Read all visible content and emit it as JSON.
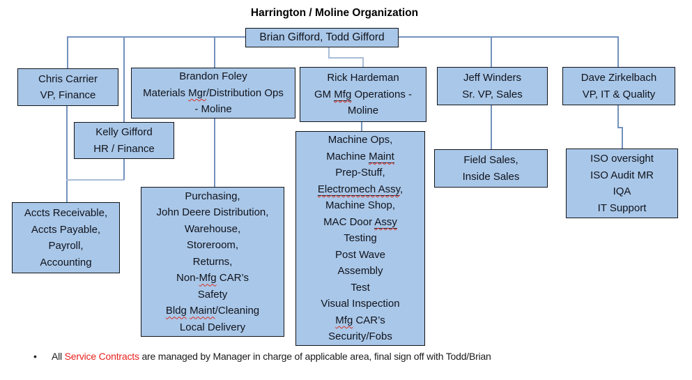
{
  "title": "Harrington / Moline Organization",
  "colors": {
    "background": "#ffffff",
    "title_color": "#000000",
    "box_fill": "#a9c7e8",
    "box_border": "#101318",
    "box_text": "#10131c",
    "connector": "#7291bd",
    "connector_light": "#a8bdd8",
    "squiggle": "#d93025",
    "red_text": "#e8211d"
  },
  "boxes": {
    "brian_todd": {
      "lines": [
        [
          {
            "t": "Brian Gifford, Todd Gifford"
          }
        ]
      ]
    },
    "chris": {
      "lines": [
        [
          {
            "t": "Chris Carrier"
          }
        ],
        [
          {
            "t": "VP, Finance"
          }
        ]
      ]
    },
    "brandon": {
      "lines": [
        [
          {
            "t": "Brandon Foley"
          }
        ],
        [
          {
            "t": "Materials "
          },
          {
            "t": "Mgr",
            "w": true
          },
          {
            "t": "/Distribution Ops"
          }
        ],
        [
          {
            "t": "- Moline"
          }
        ]
      ]
    },
    "rick": {
      "lines": [
        [
          {
            "t": "Rick Hardeman"
          }
        ],
        [
          {
            "t": "GM "
          },
          {
            "t": "Mfg",
            "u": true,
            "w": true
          },
          {
            "t": " Operations -"
          }
        ],
        [
          {
            "t": "Moline"
          }
        ]
      ]
    },
    "jeff": {
      "lines": [
        [
          {
            "t": "Jeff Winders"
          }
        ],
        [
          {
            "t": "Sr. VP, Sales"
          }
        ]
      ]
    },
    "dave": {
      "lines": [
        [
          {
            "t": "Dave Zirkelbach"
          }
        ],
        [
          {
            "t": "VP, IT & Quality"
          }
        ]
      ]
    },
    "kelly": {
      "lines": [
        [
          {
            "t": "Kelly Gifford"
          }
        ],
        [
          {
            "t": "HR / Finance"
          }
        ]
      ]
    },
    "accts": {
      "lines": [
        [
          {
            "t": "Accts Receivable,"
          }
        ],
        [
          {
            "t": "Accts Payable,"
          }
        ],
        [
          {
            "t": "Payroll,"
          }
        ],
        [
          {
            "t": "Accounting"
          }
        ]
      ]
    },
    "purchasing": {
      "lines": [
        [
          {
            "t": "Purchasing,"
          }
        ],
        [
          {
            "t": "John Deere Distribution,"
          }
        ],
        [
          {
            "t": "Warehouse,"
          }
        ],
        [
          {
            "t": "Storeroom,"
          }
        ],
        [
          {
            "t": "Returns,"
          }
        ],
        [
          {
            "t": "Non-"
          },
          {
            "t": "Mfg",
            "w": true
          },
          {
            "t": " CAR’s"
          }
        ],
        [
          {
            "t": "Safety"
          }
        ],
        [
          {
            "t": "Bldg",
            "w": true
          },
          {
            "t": " "
          },
          {
            "t": "Maint",
            "w": true
          },
          {
            "t": "/Cleaning"
          }
        ],
        [
          {
            "t": "Local Delivery"
          }
        ]
      ]
    },
    "machine": {
      "lines": [
        [
          {
            "t": "Machine Ops,"
          }
        ],
        [
          {
            "t": "Machine "
          },
          {
            "t": "Maint",
            "u": true,
            "w": true
          }
        ],
        [
          {
            "t": "Prep-Stuff,"
          }
        ],
        [
          {
            "t": "Electromech Assy",
            "u": true,
            "w": true
          },
          {
            "t": ","
          }
        ],
        [
          {
            "t": "Machine Shop,"
          }
        ],
        [
          {
            "t": "MAC Door "
          },
          {
            "t": "Assy",
            "u": true,
            "w": true
          }
        ],
        [
          {
            "t": "Testing"
          }
        ],
        [
          {
            "t": "Post Wave"
          }
        ],
        [
          {
            "t": "Assembly"
          }
        ],
        [
          {
            "t": "Test"
          }
        ],
        [
          {
            "t": "Visual Inspection"
          }
        ],
        [
          {
            "t": "Mfg",
            "w": true
          },
          {
            "t": " CAR’s"
          }
        ],
        [
          {
            "t": "Security/Fobs"
          }
        ]
      ]
    },
    "field": {
      "lines": [
        [
          {
            "t": "Field Sales,"
          }
        ],
        [
          {
            "t": "Inside Sales"
          }
        ]
      ]
    },
    "iso": {
      "lines": [
        [
          {
            "t": "ISO oversight"
          }
        ],
        [
          {
            "t": "ISO Audit MR"
          }
        ],
        [
          {
            "t": "IQA"
          }
        ],
        [
          {
            "t": "IT Support"
          }
        ]
      ]
    }
  },
  "footnote": {
    "bullet": "•",
    "lines": [
      [
        {
          "t": "All "
        },
        {
          "t": "Service Contracts",
          "red": true
        },
        {
          "t": " are managed by Manager in charge of applicable area, final sign off with Todd/Brian"
        }
      ]
    ]
  }
}
